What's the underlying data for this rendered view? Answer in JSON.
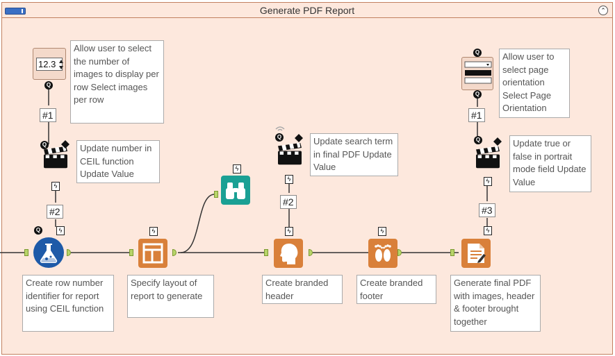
{
  "window": {
    "title": "Generate PDF Report",
    "collapse_glyph": "⌃"
  },
  "controls": {
    "numeric_up_down_value": "12.3",
    "q_label": "Q",
    "lightning_glyph": "ϟ"
  },
  "notes": {
    "images_per_row": "Allow user to select the number of images to display per row Select images per row",
    "ceil_update": "Update number in CEIL function Update Value",
    "search_term": "Update search term in final PDF Update Value",
    "page_orientation": "Allow user to select page orientation Select Page Orientation",
    "portrait_update": "Update true or false in portrait mode field Update Value",
    "row_identifier": "Create row number identifier for report using CEIL function",
    "layout": "Specify layout of report to generate",
    "header": "Create branded header",
    "footer": "Create branded footer",
    "final_pdf": "Generate final PDF with images, header & footer brought together"
  },
  "badges": {
    "b1_left": "#1",
    "b2_left": "#2",
    "b2_mid": "#2",
    "b1_right": "#1",
    "b3_right": "#3"
  },
  "icons": {
    "numeric": "numeric-up-down-icon",
    "dropdown": "dropdown-icon",
    "action": "clapperboard-icon",
    "formula": "flask-icon",
    "layout": "layout-icon",
    "browse": "binoculars-icon",
    "header": "head-icon",
    "footer": "footprints-icon",
    "render": "document-icon"
  },
  "colors": {
    "canvas": "#fde8dd",
    "orange_tool": "#d9803a",
    "teal_tool": "#1aa094",
    "blue_tool": "#1e5aa8"
  }
}
